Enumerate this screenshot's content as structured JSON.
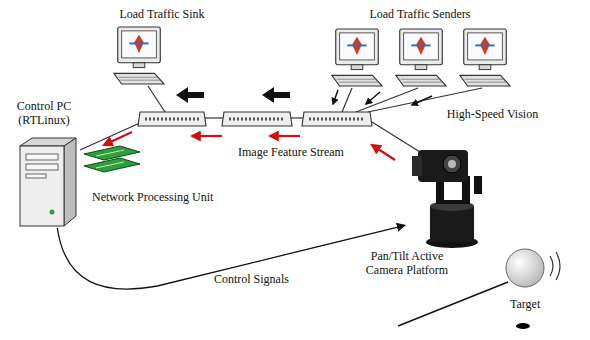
{
  "diagram": {
    "nodes": [
      {
        "text": [
          "Load Traffic Sink"
        ]
      },
      {
        "text": [
          "Load Traffic Senders"
        ]
      },
      {
        "text": [
          "Control PC (RTLinux)"
        ]
      },
      {
        "text": [
          "Network Processing Unit"
        ]
      },
      {
        "text": [
          "High-Speed Vision",
          "Pan/Tilt Active Camera Platform"
        ]
      },
      {
        "text": [
          "Target"
        ]
      }
    ],
    "edges": [
      {
        "from": 2,
        "to": 4,
        "label": "Control Signals",
        "arrow": "to"
      }
    ],
    "labels": [
      "Image Feature Stream"
    ]
  }
}
